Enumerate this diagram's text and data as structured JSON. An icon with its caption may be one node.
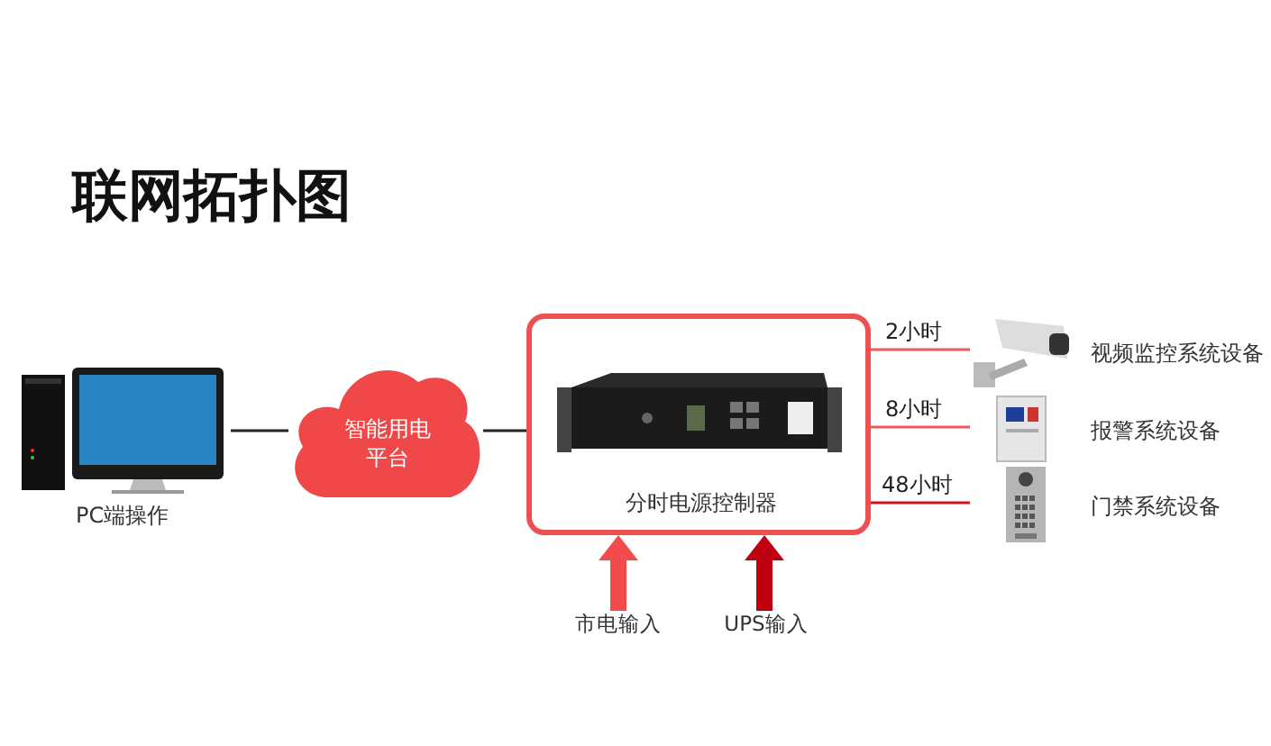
{
  "diagram": {
    "title": "联网拓扑图",
    "nodes": [
      {
        "text": [
          "PC端操作"
        ]
      },
      {
        "text": [
          "智能用电平台"
        ]
      },
      {
        "text": [
          "分时电源控制器"
        ]
      },
      {
        "text": [
          "视频监控系统设备"
        ]
      },
      {
        "text": [
          "报警系统设备"
        ]
      },
      {
        "text": [
          "门禁系统设备"
        ]
      },
      {
        "text": [
          "市电输入"
        ]
      },
      {
        "text": [
          "UPS输入"
        ]
      }
    ],
    "edges": [
      {
        "from": 0,
        "to": 1,
        "arrow": "none"
      },
      {
        "from": 1,
        "to": 2,
        "arrow": "none"
      },
      {
        "from": 2,
        "to": 3,
        "arrow": "none",
        "label": "2小时",
        "color": "#f25a5a"
      },
      {
        "from": 2,
        "to": 4,
        "arrow": "none",
        "label": "8小时",
        "color": "#f25a5a"
      },
      {
        "from": 2,
        "to": 5,
        "arrow": "none",
        "label": "48小时",
        "color": "#d0101a"
      },
      {
        "from": 6,
        "to": 2,
        "arrow": "to",
        "style": "thick",
        "color": "#f24b4b"
      },
      {
        "from": 7,
        "to": 2,
        "arrow": "to",
        "style": "thick",
        "color": "#c00010"
      }
    ]
  }
}
